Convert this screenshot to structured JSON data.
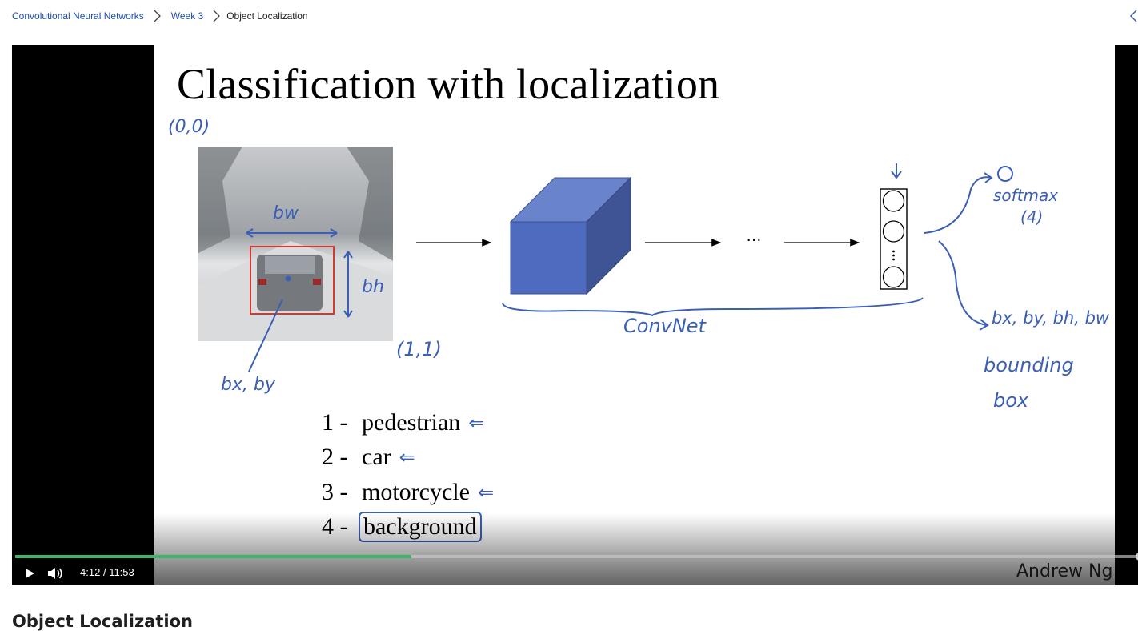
{
  "breadcrumb": {
    "course": "Convolutional Neural Networks",
    "week": "Week 3",
    "current": "Object Localization"
  },
  "slide": {
    "title": "Classification with localization",
    "annotations": {
      "origin": "(0,0)",
      "corner": "(1,1)",
      "bw": "bw",
      "bh": "bh",
      "bxby": "bx, by",
      "convnet": "ConvNet",
      "ellipsis": "…",
      "softmax": "softmax",
      "softmax_count": "(4)",
      "bbox_params": "bx, by, bh, bw",
      "bounding": "bounding",
      "box": "box"
    },
    "classes": [
      {
        "num": "1 -",
        "label": "pedestrian"
      },
      {
        "num": "2 -",
        "label": "car"
      },
      {
        "num": "3 -",
        "label": "motorcycle"
      },
      {
        "num": "4 -",
        "label": "background"
      }
    ],
    "arrow_glyph": "⇐"
  },
  "player": {
    "current_time": "4:12",
    "separator": "/",
    "duration": "11:53",
    "progress_fraction": 0.353,
    "watermark": "Andrew Ng",
    "icons": {
      "play": "play-icon",
      "volume": "volume-icon",
      "collapse": "chevron-left-icon"
    }
  },
  "lesson_title": "Object Localization",
  "colors": {
    "link": "#1f4fb2",
    "progress": "#3fb46a",
    "ink": "#3b5fb5",
    "cube": "#4f6bbf"
  }
}
